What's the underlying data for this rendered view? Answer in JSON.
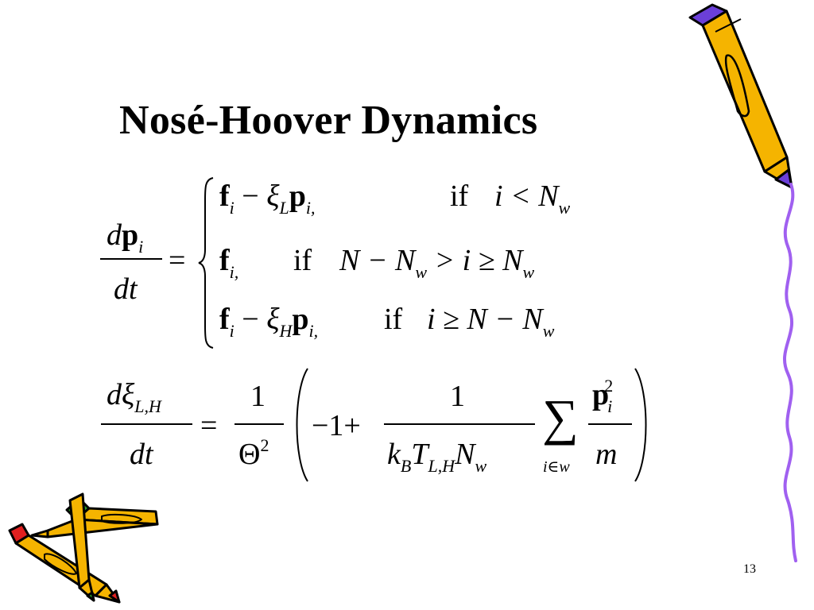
{
  "slide": {
    "title": "Nosé-Hoover Dynamics",
    "page_number": "13"
  },
  "eq1": {
    "lhs_num_d": "d",
    "lhs_num_p": "p",
    "lhs_num_sub": "i",
    "lhs_den": "dt",
    "equals": "=",
    "case1_expr_f": "f",
    "case1_sub_i": "i",
    "case1_minus": "−",
    "case1_xi": "ξ",
    "case1_xi_sub": "L",
    "case1_p": "p",
    "case1_p_sub": "i,",
    "case1_if": "if",
    "case1_cond": "i < N",
    "case1_cond_sub": "w",
    "case2_expr_f": "f",
    "case2_sub": "i,",
    "case2_if": "if",
    "case2_cond": "N − N",
    "case2_cond_sub1": "w",
    "case2_cond_rest": "> i ≥ N",
    "case2_cond_sub2": "w",
    "case3_expr_f": "f",
    "case3_sub_i": "i",
    "case3_minus": "−",
    "case3_xi": "ξ",
    "case3_xi_sub": "H",
    "case3_p": "p",
    "case3_p_sub": "i,",
    "case3_if": "if",
    "case3_cond": "i ≥ N − N",
    "case3_cond_sub": "w"
  },
  "eq2": {
    "lhs_num": "dξ",
    "lhs_num_sub": "L,H",
    "lhs_den": "dt",
    "equals": "=",
    "frac1_num": "1",
    "frac1_den": "Θ",
    "frac1_den_sup": "2",
    "minus_one": "−1+",
    "frac2_num": "1",
    "frac2_den_k": "k",
    "frac2_den_k_sub": "B",
    "frac2_den_T": "T",
    "frac2_den_T_sub": "L,H",
    "frac2_den_N": "N",
    "frac2_den_N_sub": "w",
    "sum_symbol": "∑",
    "sum_index": "i∈w",
    "frac3_num_p": "p",
    "frac3_num_sub": "i",
    "frac3_num_sup": "2",
    "frac3_den": "m"
  },
  "colors": {
    "pencil_body": "#F5B400",
    "pencil_outline": "#000000",
    "eraser_purple": "#6B3FD8",
    "eraser_red": "#E02020",
    "eraser_green": "#2BA02B",
    "squiggle": "#A060F0"
  },
  "icons": [
    "pencil-icon-large",
    "crossed-pencils-icon",
    "squiggle-line-decoration"
  ]
}
